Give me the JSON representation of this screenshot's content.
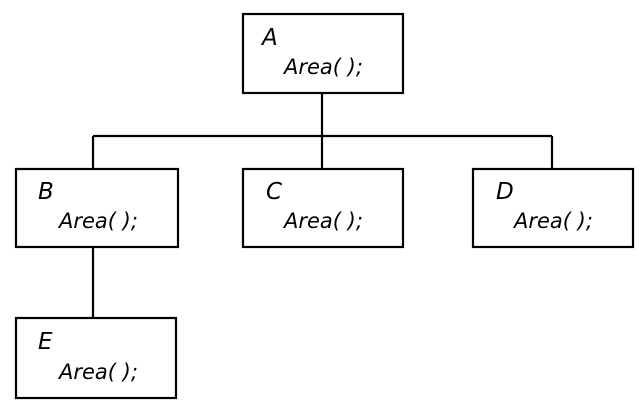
{
  "diagram": {
    "nodes": [
      {
        "id": "A",
        "name": "A",
        "method": "Area( );"
      },
      {
        "id": "B",
        "name": "B",
        "method": "Area( );"
      },
      {
        "id": "C",
        "name": "C",
        "method": "Area( );"
      },
      {
        "id": "D",
        "name": "D",
        "method": "Area( );"
      },
      {
        "id": "E",
        "name": "E",
        "method": "Area( );"
      }
    ],
    "edges": [
      {
        "from": "A",
        "to": "B"
      },
      {
        "from": "A",
        "to": "C"
      },
      {
        "from": "A",
        "to": "D"
      },
      {
        "from": "B",
        "to": "E"
      }
    ]
  }
}
